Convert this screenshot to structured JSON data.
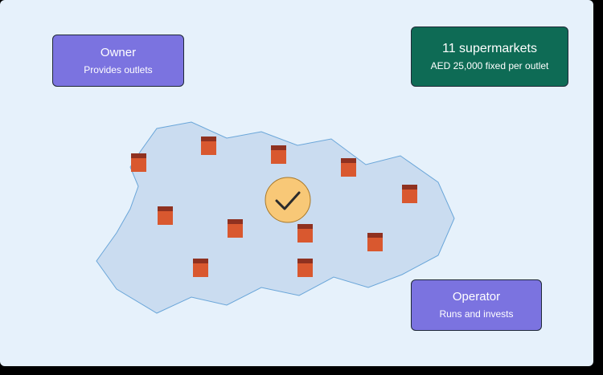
{
  "owner": {
    "title": "Owner",
    "subtitle": "Provides outlets"
  },
  "stats": {
    "title": "11 supermarkets",
    "subtitle": "AED 25,000 fixed per outlet"
  },
  "operator": {
    "title": "Operator",
    "subtitle": "Runs and invests"
  },
  "icons": {
    "store": "store-icon",
    "check": "checkmark-icon"
  },
  "colors": {
    "background": "#e6f1fb",
    "region_fill": "#cadcf0",
    "region_stroke": "#6aa6d9",
    "store_body": "#d9582f",
    "store_roof": "#8f3120",
    "check_fill": "#f8c877",
    "check_stroke": "#a87828",
    "owner_card": "#7b73e0",
    "stats_card": "#0e6b55",
    "operator_card": "#7b73e0"
  }
}
